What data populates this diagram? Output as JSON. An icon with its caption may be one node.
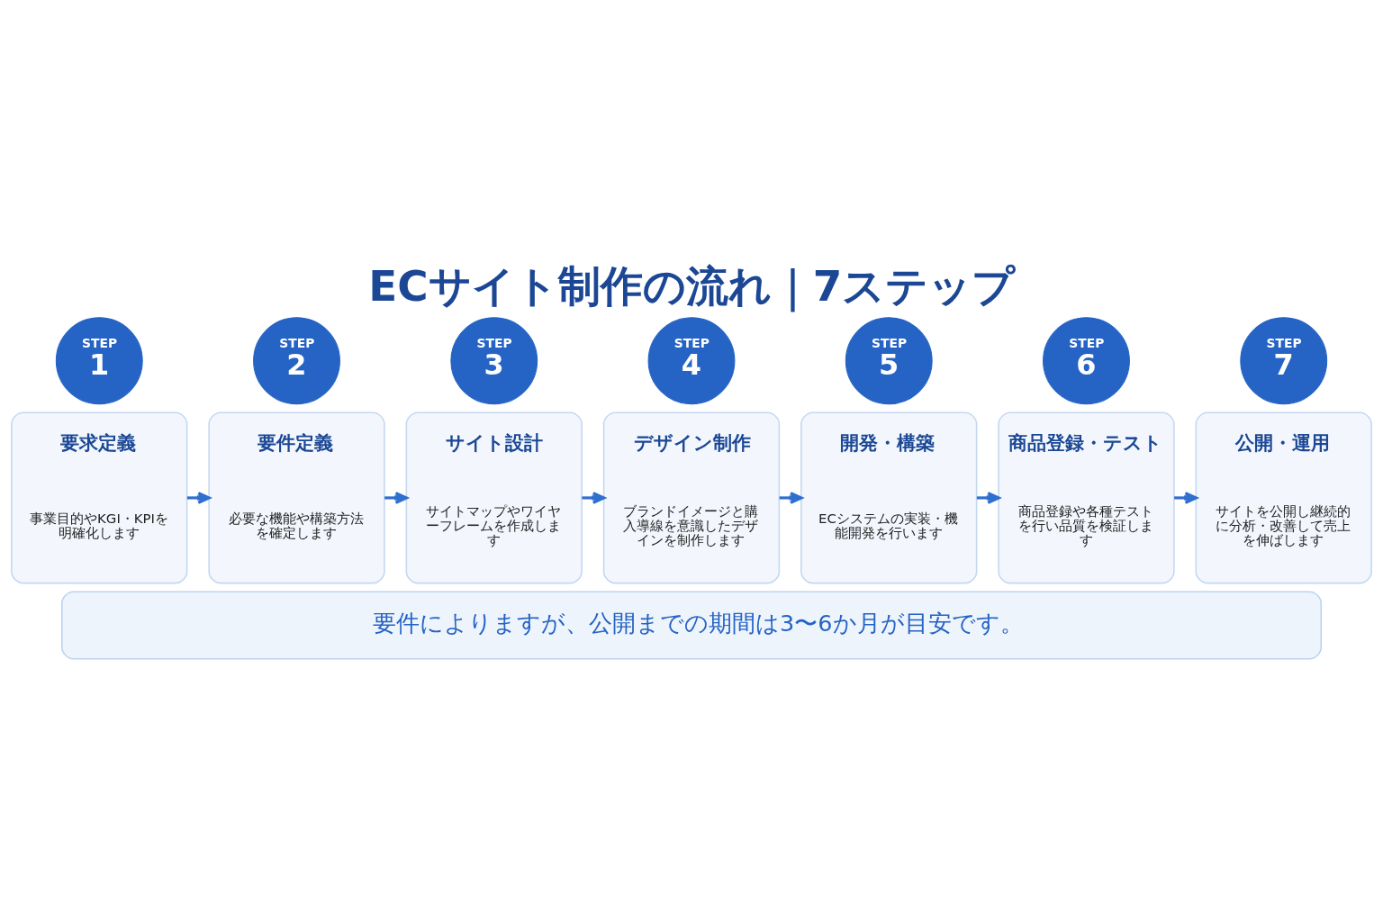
{
  "diagram": {
    "title": "ECサイト制作の流れ｜7ステップ",
    "nodes": [
      {
        "text": [
          "STEP",
          "1"
        ]
      },
      {
        "text": [
          "要求定義",
          "事業目的やKGI・KPIを明確化します"
        ]
      },
      {
        "text": [
          "STEP",
          "2"
        ]
      },
      {
        "text": [
          "要件定義",
          "必要な機能や構築方法を確定します"
        ]
      },
      {
        "text": [
          "STEP",
          "3"
        ]
      },
      {
        "text": [
          "サイト設計",
          "サイトマップやワイヤーフレームを作成します"
        ]
      },
      {
        "text": [
          "STEP",
          "4"
        ]
      },
      {
        "text": [
          "デザイン制作",
          "ブランドイメージと購入導線を意識したデザインを制作します"
        ]
      },
      {
        "text": [
          "STEP",
          "5"
        ]
      },
      {
        "text": [
          "開発・構築",
          "ECシステムの実装・機能開発を行います"
        ]
      },
      {
        "text": [
          "STEP",
          "6"
        ]
      },
      {
        "text": [
          "商品登録・テスト",
          "商品登録や各種テストを行い品質を検証します"
        ]
      },
      {
        "text": [
          "STEP",
          "7"
        ]
      },
      {
        "text": [
          "公開・運用",
          "サイトを公開し継続的に分析・改善して売上を伸ばします"
        ]
      },
      {
        "text": [
          "要件によりますが、公開までの期間は3〜6か月が目安です。"
        ]
      }
    ],
    "edges": [
      {
        "from": 1,
        "to": 3,
        "arrow": "to"
      },
      {
        "from": 3,
        "to": 5,
        "arrow": "to"
      },
      {
        "from": 5,
        "to": 7,
        "arrow": "to"
      },
      {
        "from": 7,
        "to": 9,
        "arrow": "to"
      },
      {
        "from": 9,
        "to": 11,
        "arrow": "to"
      },
      {
        "from": 11,
        "to": 13,
        "arrow": "to"
      }
    ]
  }
}
